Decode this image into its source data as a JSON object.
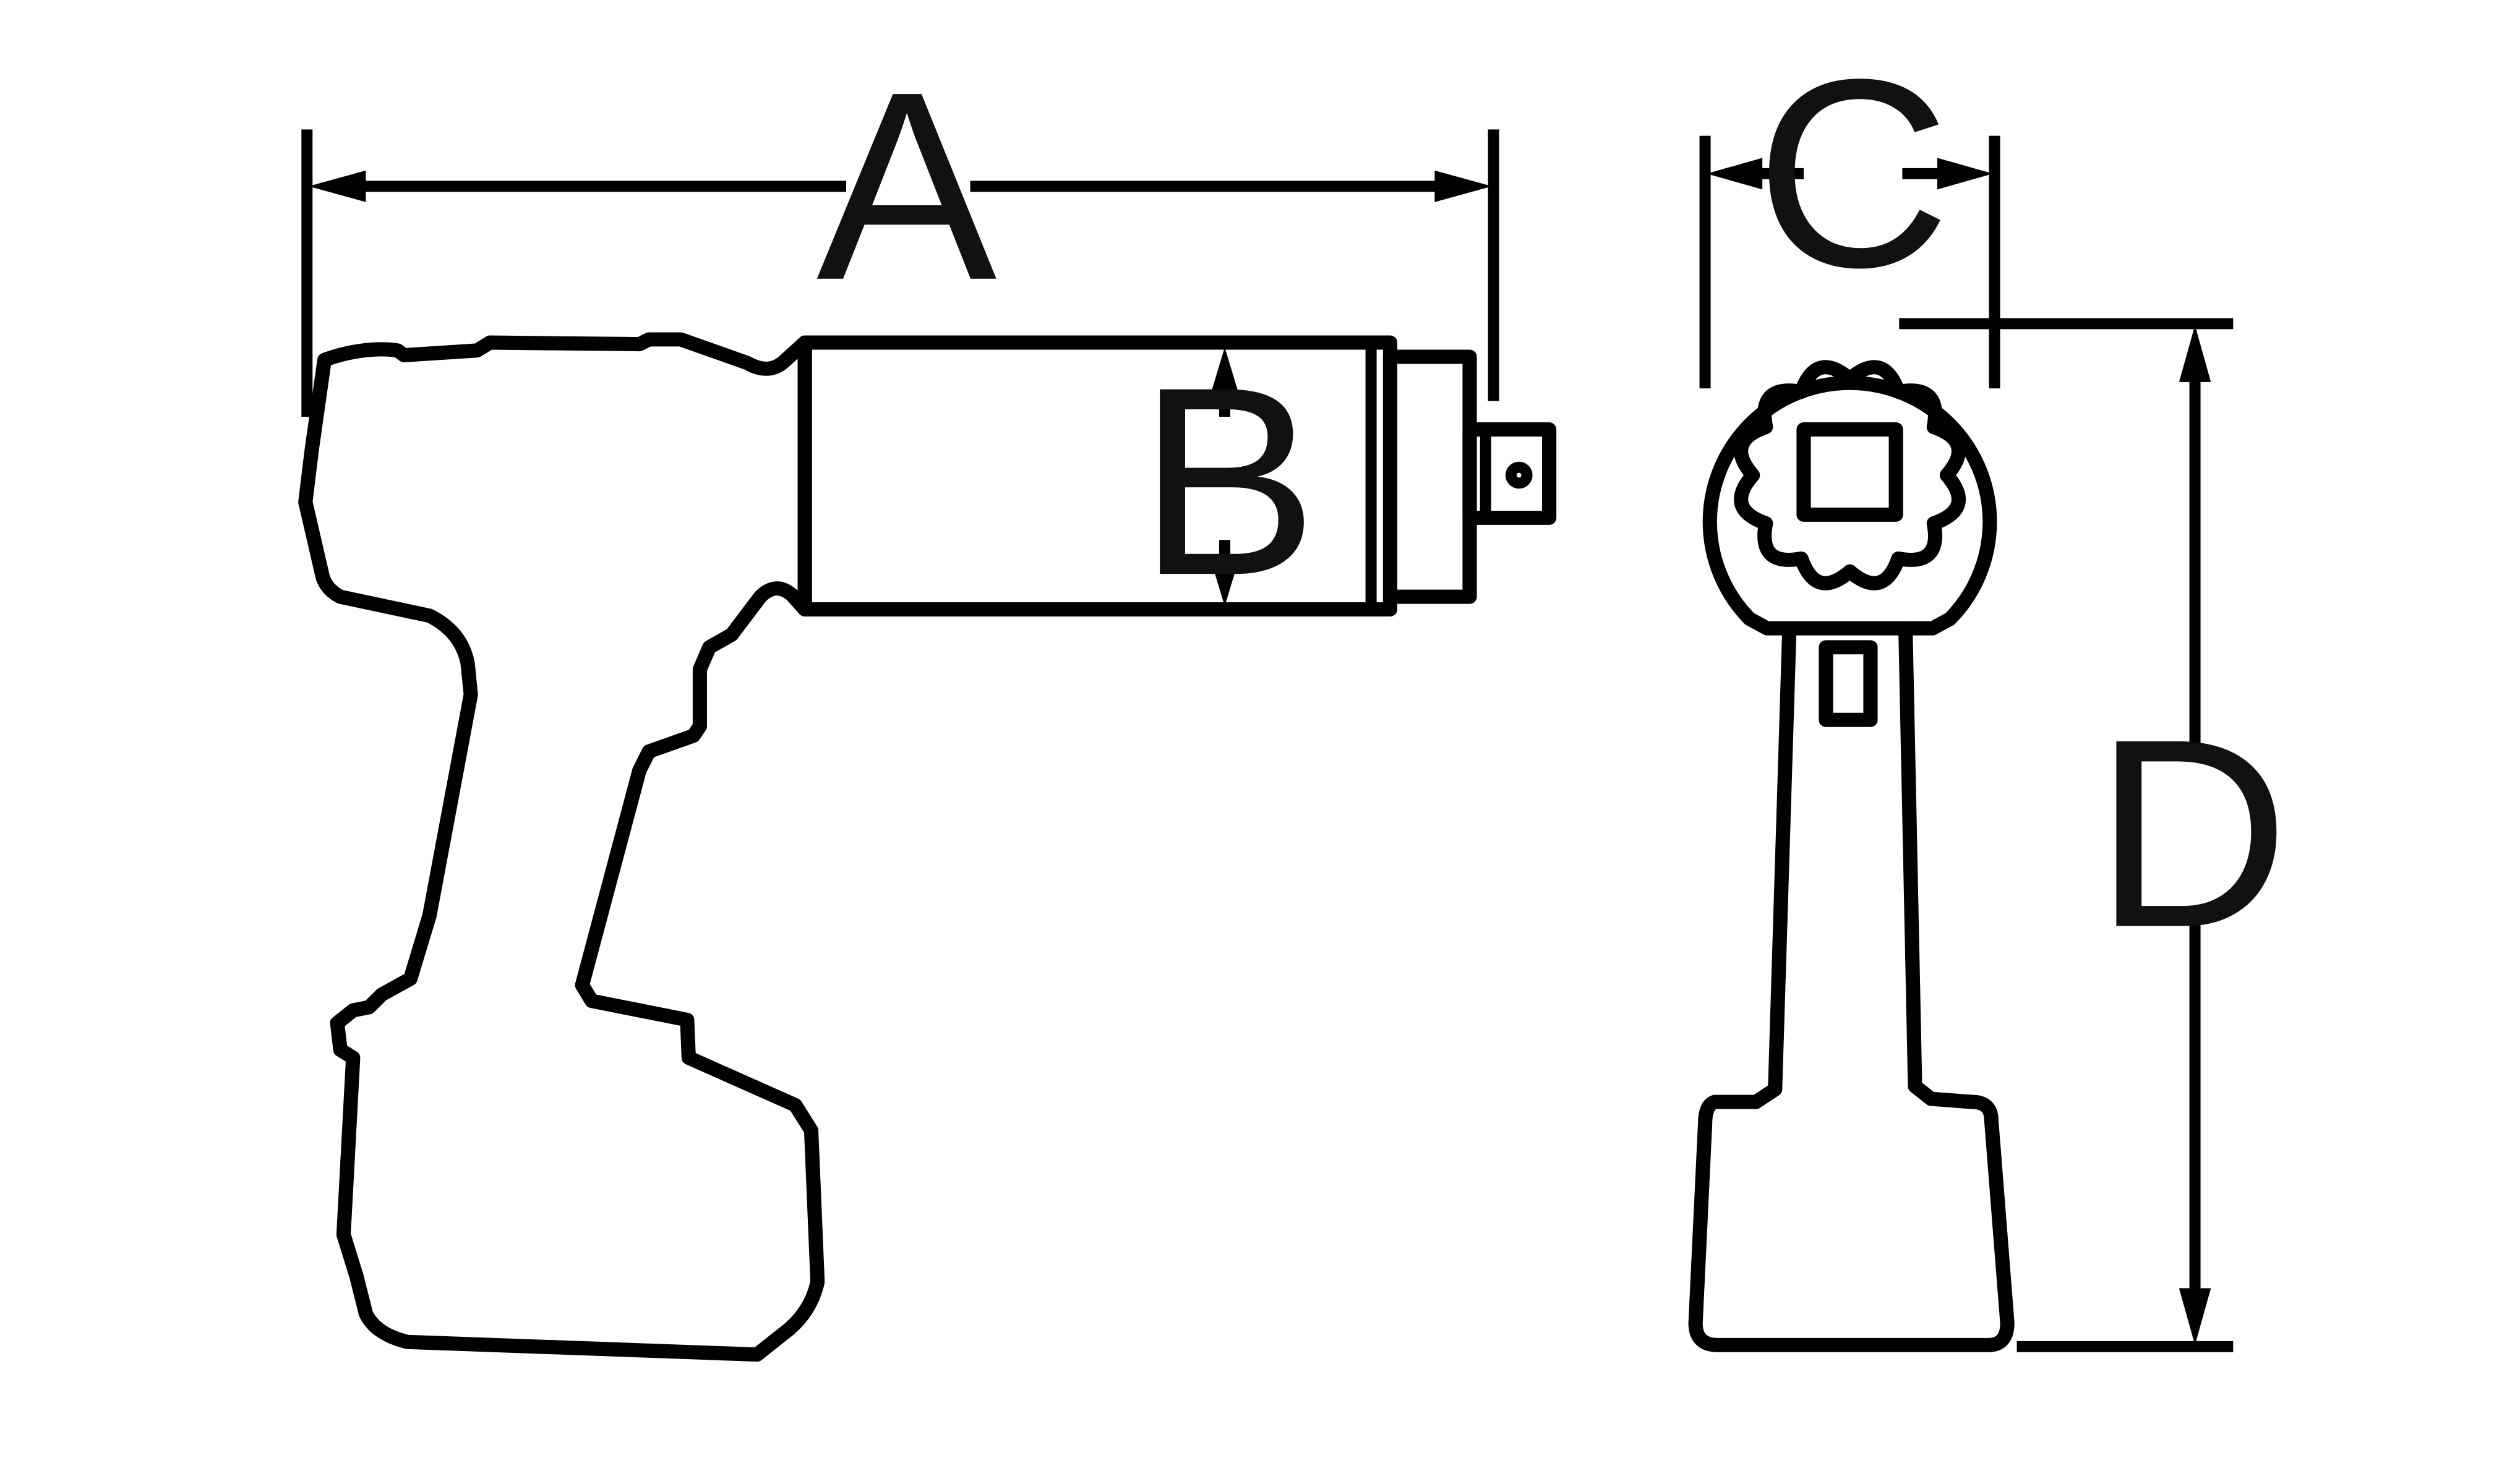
{
  "dimensions": {
    "a": "A",
    "b": "B",
    "c": "C",
    "d": "D"
  },
  "colors": {
    "line": "#000000",
    "background": "#ffffff"
  }
}
